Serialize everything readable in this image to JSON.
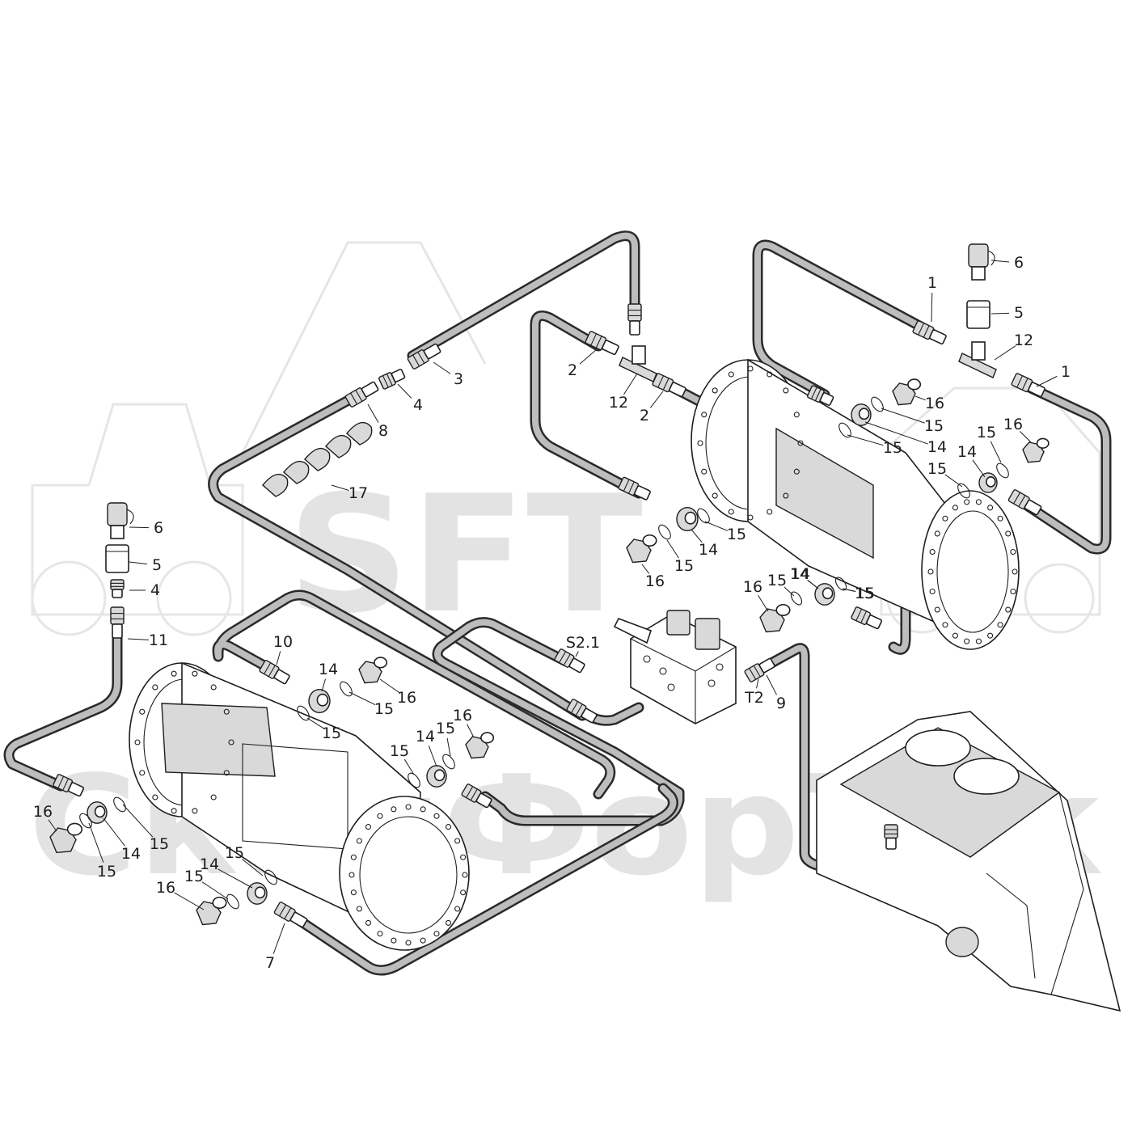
{
  "watermark": {
    "logo_text": "SFT",
    "brand_text": "СканФорТек"
  },
  "callout_labels": [
    "1",
    "1",
    "2",
    "2",
    "3",
    "4",
    "4",
    "5",
    "5",
    "6",
    "6",
    "7",
    "8",
    "9",
    "10",
    "11",
    "12",
    "12",
    "14",
    "14",
    "14",
    "14",
    "14",
    "14",
    "14",
    "14",
    "14",
    "15",
    "15",
    "15",
    "15",
    "15",
    "15",
    "15",
    "15",
    "15",
    "15",
    "15",
    "15",
    "15",
    "15",
    "15",
    "15",
    "15",
    "16",
    "16",
    "16",
    "16",
    "16",
    "16",
    "16",
    "16",
    "17",
    "S2.1",
    "T2"
  ]
}
